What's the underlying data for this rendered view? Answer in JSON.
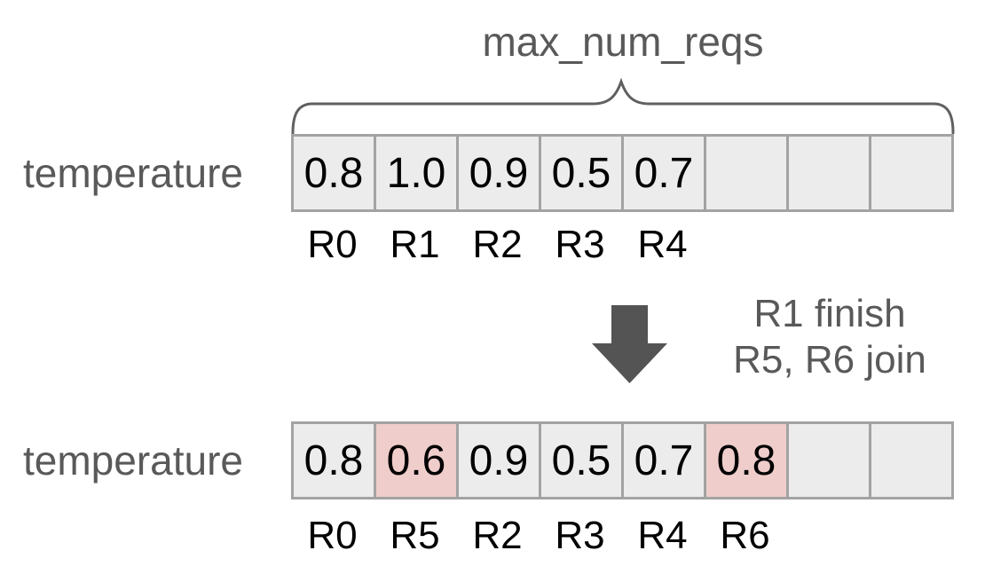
{
  "title": "max_num_reqs",
  "rows": [
    {
      "label": "temperature",
      "cells": [
        {
          "value": "0.8",
          "state": "normal"
        },
        {
          "value": "1.0",
          "state": "normal"
        },
        {
          "value": "0.9",
          "state": "normal"
        },
        {
          "value": "0.5",
          "state": "normal"
        },
        {
          "value": "0.7",
          "state": "normal"
        },
        {
          "value": "",
          "state": "normal"
        },
        {
          "value": "",
          "state": "normal"
        },
        {
          "value": "",
          "state": "normal"
        }
      ],
      "request_labels": [
        "R0",
        "R1",
        "R2",
        "R3",
        "R4",
        "",
        "",
        ""
      ]
    },
    {
      "label": "temperature",
      "cells": [
        {
          "value": "0.8",
          "state": "normal"
        },
        {
          "value": "0.6",
          "state": "highlight"
        },
        {
          "value": "0.9",
          "state": "normal"
        },
        {
          "value": "0.5",
          "state": "normal"
        },
        {
          "value": "0.7",
          "state": "normal"
        },
        {
          "value": "0.8",
          "state": "highlight"
        },
        {
          "value": "",
          "state": "normal"
        },
        {
          "value": "",
          "state": "normal"
        }
      ],
      "request_labels": [
        "R0",
        "R5",
        "R2",
        "R3",
        "R4",
        "R6",
        "",
        ""
      ]
    }
  ],
  "transition": {
    "line1": "R1 finish",
    "line2": "R5, R6 join",
    "arrow_icon": "down-arrow-icon"
  },
  "colors": {
    "text_gray": "#595959",
    "cell_fill": "#ececec",
    "cell_border": "#a3a3a3",
    "highlight_fill": "#eecdca",
    "arrow_fill": "#545454",
    "brace_stroke": "#606060"
  }
}
